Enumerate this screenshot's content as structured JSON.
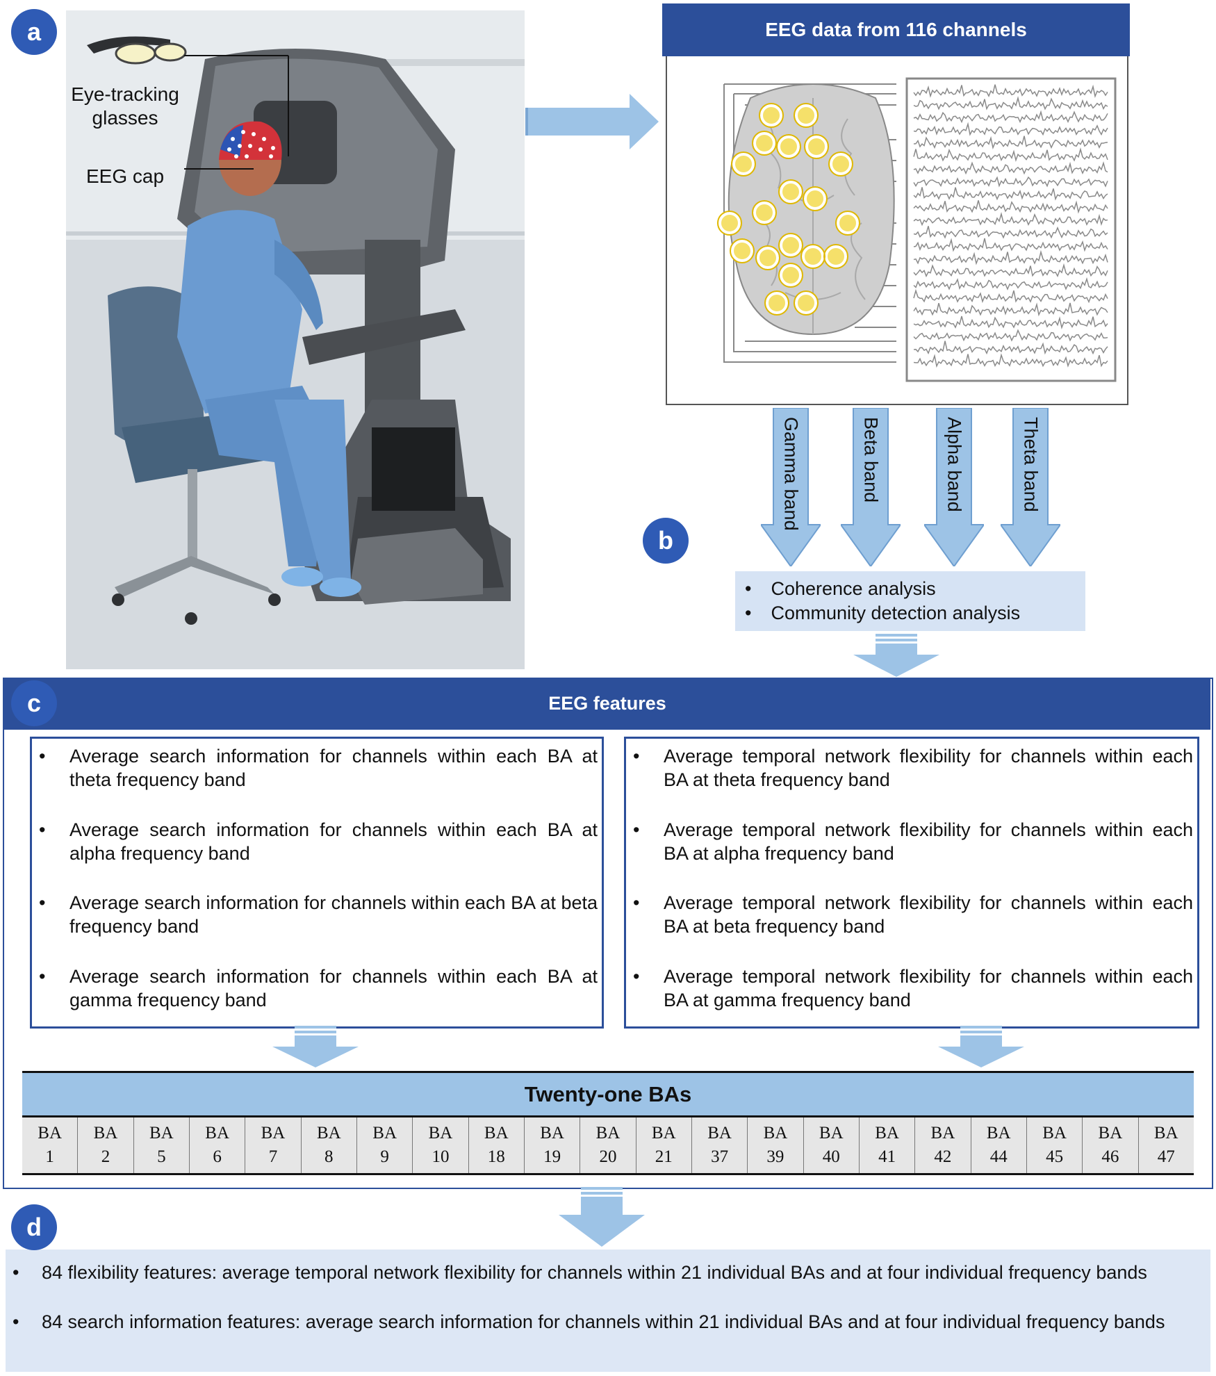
{
  "panel_a": {
    "badge": "a",
    "label_glasses": "Eye-tracking glasses",
    "label_cap": "EEG cap"
  },
  "panel_b": {
    "badge": "b",
    "title": "EEG data from 116 channels",
    "bands": [
      "Gamma band",
      "Beta band",
      "Alpha band",
      "Theta band"
    ],
    "analyses": [
      "Coherence analysis",
      "Community  detection analysis"
    ]
  },
  "panel_c": {
    "badge": "c",
    "title": "EEG features",
    "left_items": [
      "Average search information for channels within each BA at theta frequency band",
      "Average search information for channels within each BA at alpha frequency band",
      "Average search information for channels within each BA at beta frequency band",
      "Average search information for channels within each BA at gamma  frequency band"
    ],
    "right_items": [
      "Average temporal network flexibility for channels within each BA  at theta frequency band",
      "Average temporal network flexibility for channels within each BA  at alpha frequency band",
      "Average temporal network flexibility for channels within each BA  at beta frequency band",
      "Average temporal network flexibility for channels within each BA  at gamma  frequency band"
    ],
    "ba_title": "Twenty-one BAs",
    "ba_prefix": "BA",
    "ba_numbers": [
      "1",
      "2",
      "5",
      "6",
      "7",
      "8",
      "9",
      "10",
      "18",
      "19",
      "20",
      "21",
      "37",
      "39",
      "40",
      "41",
      "42",
      "44",
      "45",
      "46",
      "47"
    ]
  },
  "panel_d": {
    "badge": "d",
    "items": [
      "84 flexibility features: average temporal network flexibility for channels within 21 individual BAs and at four individual frequency bands",
      "84  search  information  features:  average  search  information  for  channels  within  21  individual  BAs  and  at  four  individual frequency bands"
    ]
  },
  "bullet": "•",
  "colors": {
    "header_blue": "#2c4f9a",
    "arrow_blue": "#9dc3e6",
    "badge_blue": "#2f5bb5",
    "light_panel": "#d6e3f4",
    "electrode": "#f5d500"
  }
}
